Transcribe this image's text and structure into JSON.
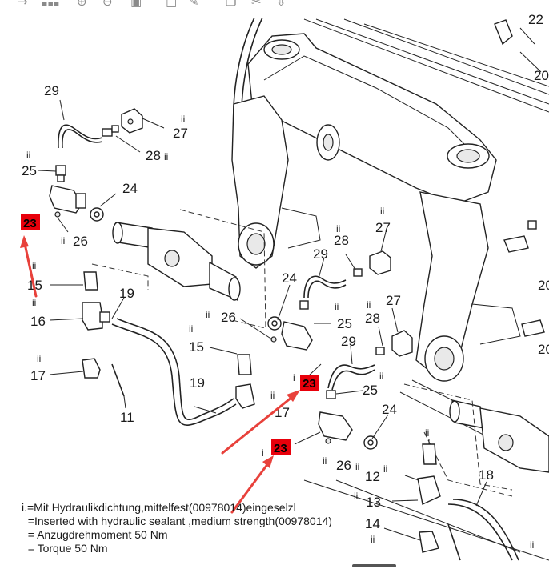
{
  "toolbar": {
    "icons": [
      "forward-arrow-icon",
      "apps-grid-icon",
      "zoom-in-icon",
      "zoom-out-icon",
      "fit-page-icon",
      "select-box-icon",
      "edit-icon",
      "copy-icon",
      "crop-icon",
      "download-icon"
    ]
  },
  "callouts": {
    "c29a": "29",
    "c27a": "27",
    "c28a": "28",
    "c25a": "25",
    "c24a": "24",
    "c26a": "26",
    "c23a": "23",
    "c15a": "15",
    "c19a": "19",
    "c16a": "16",
    "c17a": "17",
    "c11": "11",
    "c15b": "15",
    "c19b": "19",
    "c17b": "17",
    "c26b": "26",
    "c24b": "24",
    "c29b": "29",
    "c28b": "28",
    "c27b": "27",
    "c25b": "25",
    "c28c": "28",
    "c29c": "29",
    "c27c": "27",
    "c23b": "23",
    "c25c": "25",
    "c24c": "24",
    "c23c": "23",
    "c26c": "26",
    "c12": "12",
    "c18": "18",
    "c13": "13",
    "c14": "14",
    "c22": "22",
    "c20a": "20",
    "c20b": "20",
    "c20c": "20"
  },
  "marks": {
    "ii": "ii",
    "i": "i"
  },
  "badge_color": "#e8000b",
  "arrow_color": "#e8413b",
  "notes": {
    "line1": "i.=Mit Hydraulikdichtung,mittelfest(00978014)eingeselzl",
    "line2": "  =Inserted with hydraulic sealant ,medium strength(00978014)",
    "line3": "  = Anzugdrehmoment 50 Nm",
    "line4": "  = Torque 50 Nm"
  }
}
